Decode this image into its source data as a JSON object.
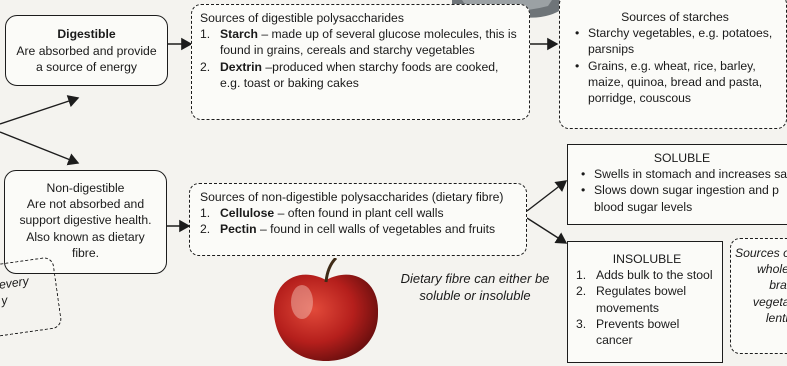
{
  "digestible": {
    "title": "Digestible",
    "text": "Are absorbed and provide a source of energy"
  },
  "digestible_sources": {
    "title": "Sources of digestible polysaccharides",
    "items": [
      {
        "num": "1.",
        "term": "Starch",
        "text": " – made up of several glucose molecules, this is found in grains, cereals and starchy vegetables"
      },
      {
        "num": "2.",
        "term": "Dextrin",
        "text": " –produced when starchy foods are cooked, e.g. toast or baking cakes"
      }
    ]
  },
  "starch_sources": {
    "title": "Sources of starches",
    "items": [
      "Starchy vegetables, e.g. potatoes, parsnips",
      "Grains, e.g. wheat, rice, barley, maize, quinoa, bread and pasta, porridge, couscous"
    ]
  },
  "non_digestible": {
    "title": "Non-digestible",
    "text": "Are not absorbed and support digestive health. Also known as dietary fibre."
  },
  "fibre_sources": {
    "title": "Sources of non-digestible polysaccharides (dietary fibre)",
    "items": [
      {
        "num": "1.",
        "term": "Cellulose",
        "text": " – often found in plant cell walls"
      },
      {
        "num": "2.",
        "term": "Pectin",
        "text": " – found in cell walls of vegetables and fruits"
      }
    ]
  },
  "soluble": {
    "title": "SOLUBLE",
    "items": [
      "Swells in stomach and increases sa",
      "Slows down sugar ingestion and p blood sugar levels"
    ]
  },
  "insoluble": {
    "title": "INSOLUBLE",
    "items": [
      {
        "num": "1.",
        "text": "Adds bulk to the stool"
      },
      {
        "num": "2.",
        "text": "Regulates bowel movements"
      },
      {
        "num": "3.",
        "text": "Prevents bowel cancer"
      }
    ]
  },
  "insoluble_sources": {
    "lines": [
      "Sources o",
      "wholem",
      "bran,",
      "vegetabl",
      "lentils"
    ]
  },
  "caption": "Dietary fibre can either be soluble or insoluble",
  "left_fragment": {
    "lines": [
      "every",
      "y"
    ]
  },
  "colors": {
    "line": "#1c1c1c",
    "apple_red": "#b51f1c",
    "apple_dark": "#5e0c0c"
  },
  "icons": [
    "apple-image",
    "bread-image"
  ]
}
